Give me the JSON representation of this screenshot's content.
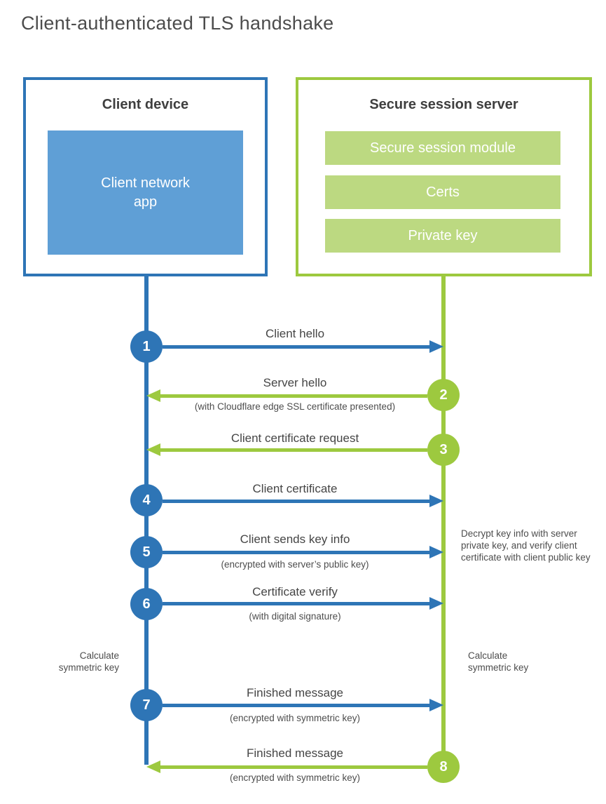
{
  "title": "Client-authenticated TLS handshake",
  "colors": {
    "blue": "#2e75b6",
    "blue_light": "#5f9fd6",
    "green": "#9dc93f",
    "green_light": "#bcd981",
    "text_dark": "#3f3f3f",
    "text_gray": "#4d4d4d"
  },
  "client_box": {
    "title": "Client device",
    "inner_label": "Client network\napp"
  },
  "server_box": {
    "title": "Secure session server",
    "modules": {
      "0": "Secure session module",
      "1": "Certs",
      "2": "Private key"
    }
  },
  "steps": {
    "0": {
      "num": "1",
      "direction": "right",
      "color": "blue",
      "label": "Client hello",
      "sublabel": ""
    },
    "1": {
      "num": "2",
      "direction": "left",
      "color": "green",
      "label": "Server hello",
      "sublabel": "(with Cloudflare edge SSL certificate presented)"
    },
    "2": {
      "num": "3",
      "direction": "left",
      "color": "green",
      "label": "Client certificate request",
      "sublabel": ""
    },
    "3": {
      "num": "4",
      "direction": "right",
      "color": "blue",
      "label": "Client certificate",
      "sublabel": ""
    },
    "4": {
      "num": "5",
      "direction": "right",
      "color": "blue",
      "label": "Client sends key info",
      "sublabel": "(encrypted with server’s public key)"
    },
    "5": {
      "num": "6",
      "direction": "right",
      "color": "blue",
      "label": "Certificate verify",
      "sublabel": "(with digital signature)"
    },
    "6": {
      "num": "7",
      "direction": "right",
      "color": "blue",
      "label": "Finished message",
      "sublabel": "(encrypted with symmetric key)"
    },
    "7": {
      "num": "8",
      "direction": "left",
      "color": "green",
      "label": "Finished message",
      "sublabel": "(encrypted with symmetric key)"
    }
  },
  "annotations": {
    "decrypt_note": "Decrypt key info with server private key, and verify client certificate with client public key",
    "calc_left": "Calculate symmetric key",
    "calc_right": "Calculate symmetric key"
  }
}
